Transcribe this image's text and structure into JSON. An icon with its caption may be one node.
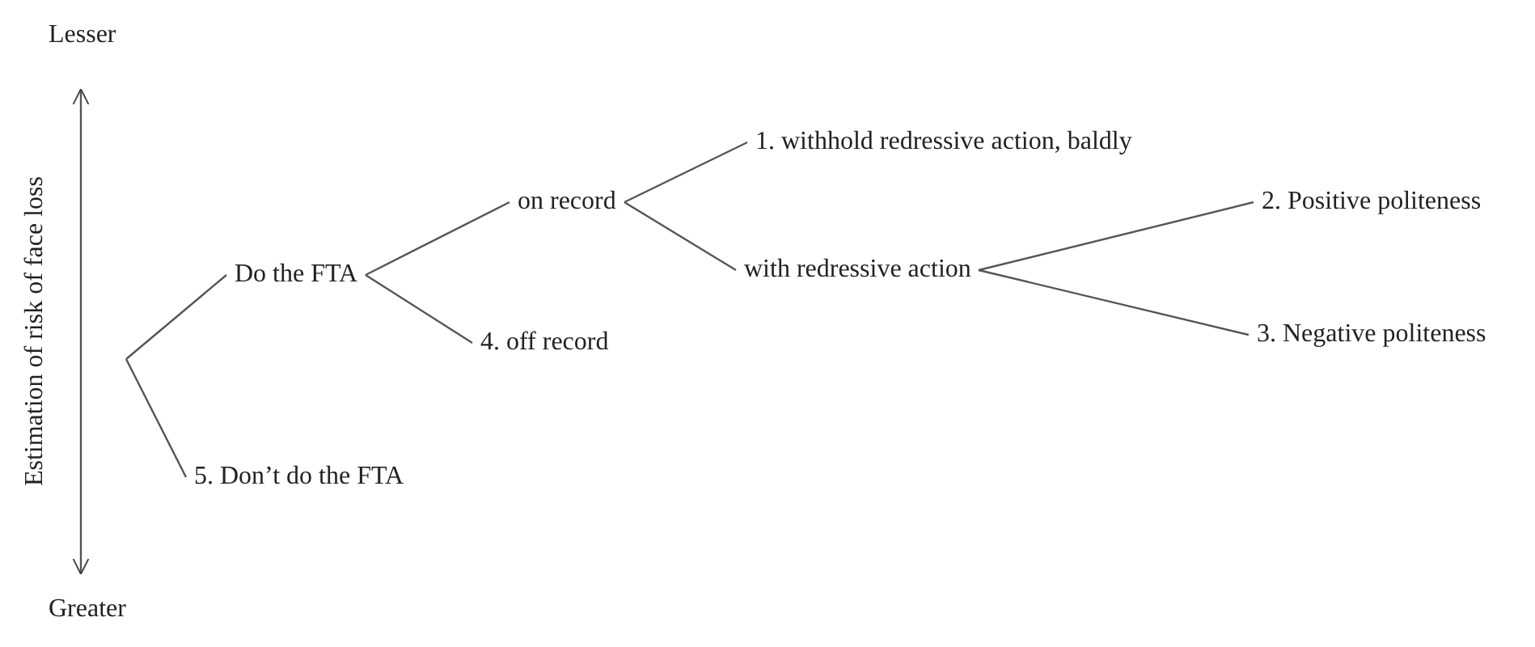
{
  "diagram": {
    "nodes": [
      {
        "text": [
          "Do the FTA"
        ]
      },
      {
        "text": [
          "on record"
        ]
      },
      {
        "text": [
          "4. off record"
        ]
      },
      {
        "text": [
          "1. withhold redressive action, baldly"
        ]
      },
      {
        "text": [
          "with redressive action"
        ]
      },
      {
        "text": [
          "2. Positive politeness"
        ]
      },
      {
        "text": [
          "3. Negative politeness"
        ]
      },
      {
        "text": [
          "5. Don’t do the FTA"
        ]
      }
    ],
    "edges": [
      {
        "from": null,
        "to": 0,
        "arrow": "none"
      },
      {
        "from": null,
        "to": 7,
        "arrow": "none"
      },
      {
        "from": 0,
        "to": 1,
        "arrow": "none"
      },
      {
        "from": 0,
        "to": 2,
        "arrow": "none"
      },
      {
        "from": 1,
        "to": 3,
        "arrow": "none"
      },
      {
        "from": 1,
        "to": 4,
        "arrow": "none"
      },
      {
        "from": 4,
        "to": 5,
        "arrow": "none"
      },
      {
        "from": 4,
        "to": 6,
        "arrow": "none"
      }
    ],
    "labels": [
      "Lesser",
      "Estimation of risk of face loss",
      "Greater"
    ]
  }
}
